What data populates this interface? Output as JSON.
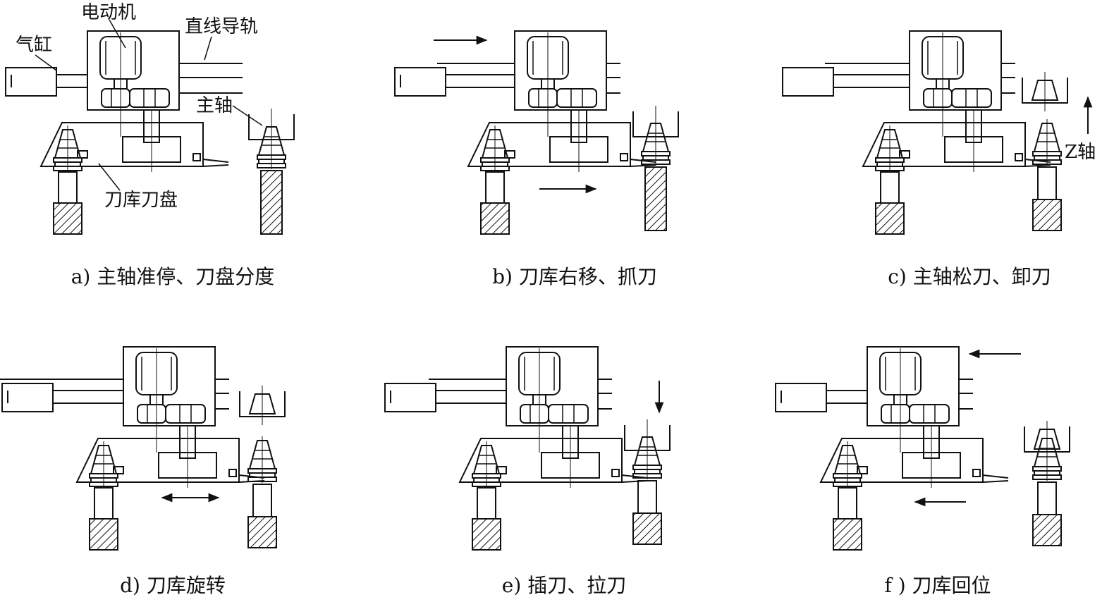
{
  "labels": {
    "motor": "电动机",
    "cylinder": "气缸",
    "rail": "直线导轨",
    "spindle": "主轴",
    "magazine": "刀库刀盘",
    "zaxis": "Z轴"
  },
  "panels": [
    {
      "id": "a",
      "caption": "a) 主轴准停、刀盘分度"
    },
    {
      "id": "b",
      "caption": "b) 刀库右移、抓刀"
    },
    {
      "id": "c",
      "caption": "c) 主轴松刀、卸刀"
    },
    {
      "id": "d",
      "caption": "d) 刀库旋转"
    },
    {
      "id": "e",
      "caption": "e) 插刀、拉刀"
    },
    {
      "id": "f",
      "caption": "f ) 刀库回位"
    }
  ]
}
